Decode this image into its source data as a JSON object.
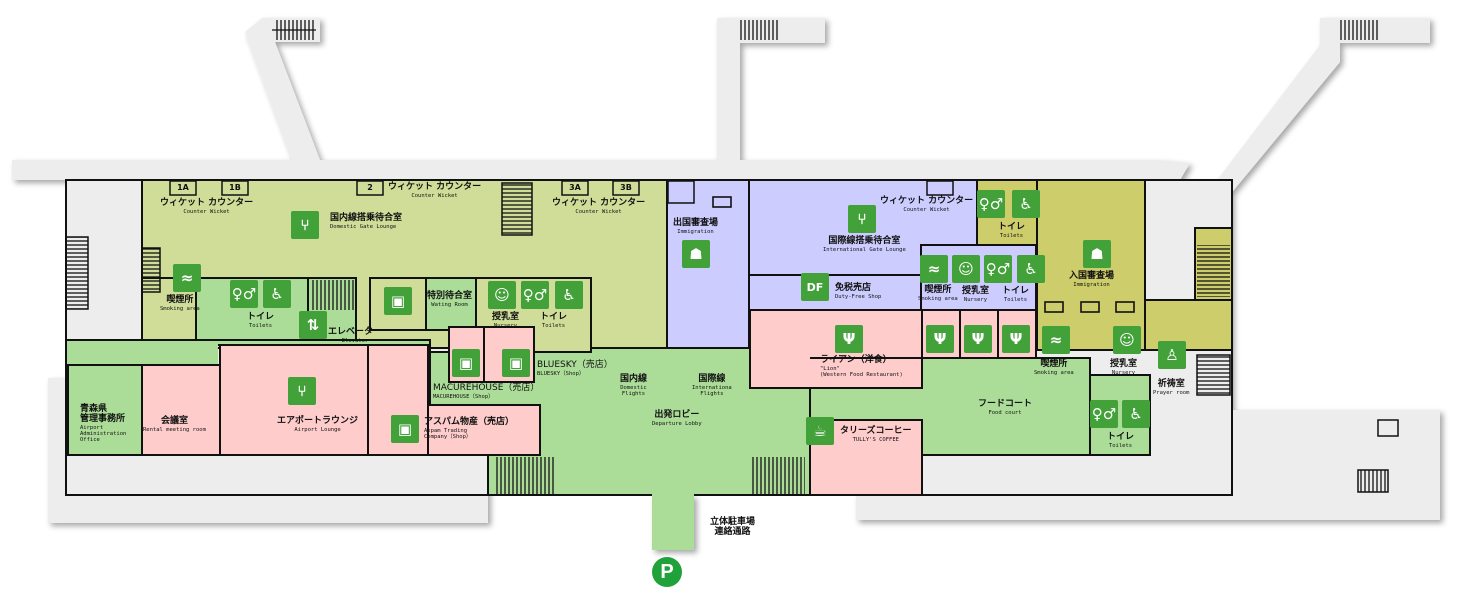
{
  "colors": {
    "domestic": "#cfdd99",
    "lobby": "#acdd98",
    "international": "#ccccff",
    "shop": "#ffcccc",
    "arrival": "#cdcd6c",
    "outside": "#ededed",
    "icon": "#43a13a",
    "parking": "#1fa23a"
  },
  "counters": [
    "1A",
    "1B",
    "2",
    "3A",
    "3B"
  ],
  "rooms": {
    "wicket1": {
      "jp": "ウィケット カウンター",
      "en": "Counter Wicket"
    },
    "wicket2": {
      "jp": "ウィケット カウンター",
      "en": "Counter Wicket"
    },
    "wicket3": {
      "jp": "ウィケット カウンター",
      "en": "Counter Wicket"
    },
    "wicket4": {
      "jp": "ウィケット カウンター",
      "en": "Counter Wicket"
    },
    "domestic_lounge": {
      "jp": "国内線搭乗待合室",
      "en": "Domestic Gate Lounge"
    },
    "smoking1": {
      "jp": "喫煙所",
      "en": "Smoking area"
    },
    "toilets1": {
      "jp": "トイレ",
      "en": "Toilets"
    },
    "elevator": {
      "jp": "エレベーター",
      "en": "Elevator"
    },
    "waiting_room": {
      "jp": "特別待合室",
      "en": "Wating Room"
    },
    "nursery1": {
      "jp": "授乳室",
      "en": "Nursery"
    },
    "toilets2": {
      "jp": "トイレ",
      "en": "Toilets"
    },
    "departure_immigration": {
      "jp": "出国審査場",
      "en": "Immigration"
    },
    "intl_lounge": {
      "jp": "国際線搭乗待合室",
      "en": "International Gate Lounge"
    },
    "toilets3": {
      "jp": "トイレ",
      "en": "Toilets"
    },
    "duty_free": {
      "jp": "免税売店",
      "en": "Duty-Free Shop"
    },
    "smoking2": {
      "jp": "喫煙所",
      "en": "Smoking area"
    },
    "nursery2": {
      "jp": "授乳室",
      "en": "Nursery"
    },
    "toilets4": {
      "jp": "トイレ",
      "en": "Toilets"
    },
    "arrival_immigration": {
      "jp": "入国審査場",
      "en": "Immigration"
    },
    "smoking3": {
      "jp": "喫煙所",
      "en": "Smoking area"
    },
    "nursery3": {
      "jp": "授乳室",
      "en": "Nursery"
    },
    "prayer": {
      "jp": "祈祷室",
      "en": "Prayer room"
    },
    "toilets5": {
      "jp": "トイレ",
      "en": "Toilets"
    },
    "admin": {
      "jp1": "青森県",
      "jp2": "管理事務所",
      "en1": "Airport",
      "en2": "Administration",
      "en3": "Office"
    },
    "meeting": {
      "jp": "会議室",
      "en": "Rental meeting room"
    },
    "airport_lounge": {
      "jp": "エアポートラウンジ",
      "en": "Airport Lounge"
    },
    "macurehouse": {
      "jp": "MACUREHOUSE（売店）",
      "en": "MACUREHOUSE（Shop）"
    },
    "bluesky": {
      "jp": "BLUESKY（売店）",
      "en": "BLUESKY（Shop）"
    },
    "aspam": {
      "jp": "アスパム物産（売店）",
      "en1": "Aspam Trading",
      "en2": "Company（Shop）"
    },
    "domestic_flights": {
      "jp": "国内線",
      "en1": "Domestic",
      "en2": "Flights"
    },
    "intl_flights": {
      "jp": "国際線",
      "en1": "Internationa",
      "en2": "Flights"
    },
    "departure_lobby": {
      "jp": "出発ロビー",
      "en": "Departure Lobby"
    },
    "lion": {
      "jp": "ライアン（洋食）",
      "en1": "\"Lion\"",
      "en2": "(Western Food Restaurant)"
    },
    "tullys": {
      "jp": "タリーズコーヒー",
      "en": "TULLY'S COFFEE"
    },
    "food_court": {
      "jp": "フードコート",
      "en": "Food court"
    },
    "parking_link": {
      "jp1": "立体駐車場",
      "jp2": "連絡通路"
    }
  },
  "parking_badge": "P",
  "duty_free_icon_text": "DF"
}
